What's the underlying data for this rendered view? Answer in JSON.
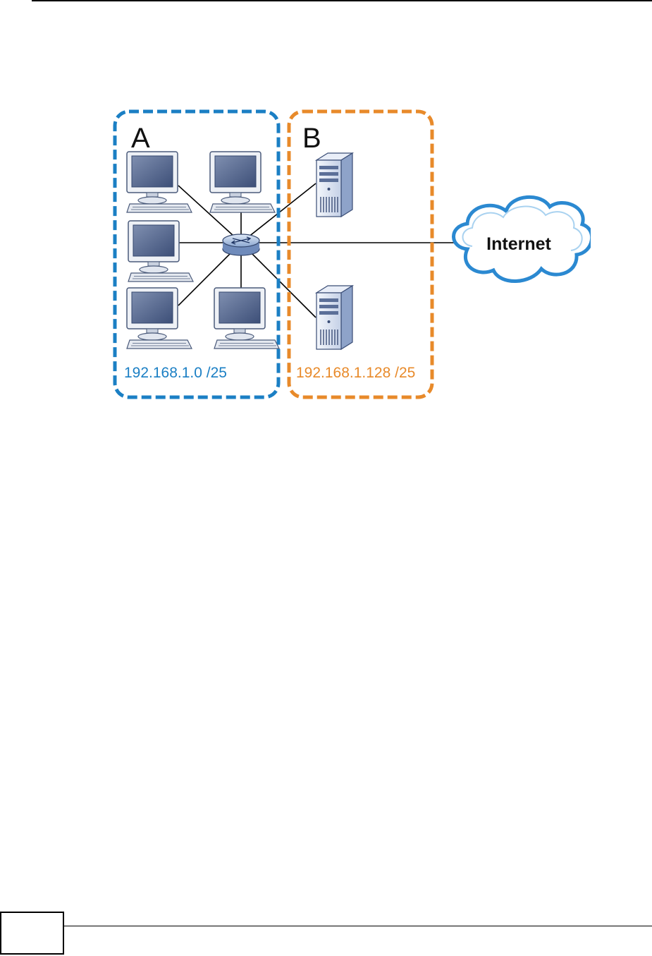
{
  "diagram": {
    "zone_a": {
      "letter": "A",
      "subnet": "192.168.1.0 /25",
      "color": "#1b7fc4"
    },
    "zone_b": {
      "letter": "B",
      "subnet": "192.168.1.128 /25",
      "color": "#e88a2a"
    },
    "cloud": {
      "label": "Internet",
      "stroke": "#2b89d1"
    },
    "icons": {
      "computer": "computer-icon",
      "server": "server-icon",
      "switch": "switch-icon",
      "cloud": "cloud-icon"
    }
  }
}
